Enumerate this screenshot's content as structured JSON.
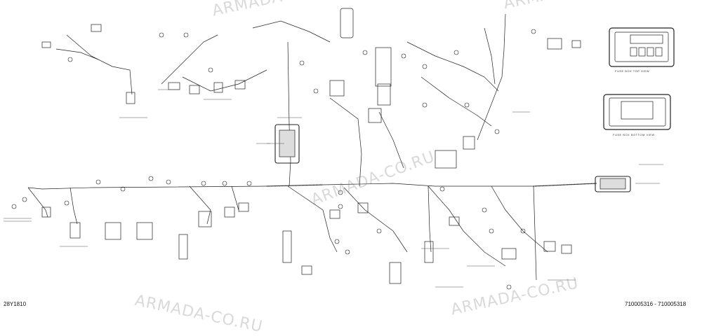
{
  "diagram": {
    "drawing_id": "28Y1810",
    "part_range": "710005316 - 710005318",
    "watermark": "ARMADA-CO.RU",
    "top_view_label": "FUSE BOX TOP VIEW",
    "bottom_view_label": "FUSE BOX BOTTOM VIEW",
    "colors": {
      "line": "#222222",
      "watermark": "#9a9a9a",
      "background": "#ffffff"
    }
  }
}
